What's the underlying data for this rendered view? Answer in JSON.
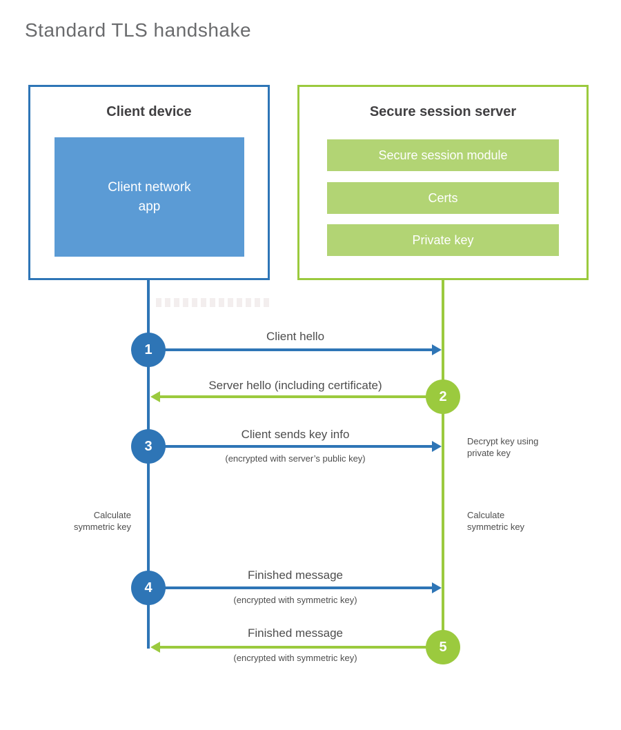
{
  "title": "Standard TLS handshake",
  "colors": {
    "blue": "#2e75b6",
    "blue_light": "#5b9bd5",
    "green": "#9bca3e",
    "green_light": "#b2d474",
    "ink": "#414042",
    "text": "#4d4d4d",
    "title_gray": "#6a6b6d"
  },
  "client": {
    "title": "Client device",
    "app_label": "Client network\napp"
  },
  "server": {
    "title": "Secure session server",
    "modules": [
      "Secure session module",
      "Certs",
      "Private key"
    ]
  },
  "steps": [
    {
      "num": "1",
      "direction": "right",
      "color": "blue",
      "label": "Client hello",
      "sub": ""
    },
    {
      "num": "2",
      "direction": "left",
      "color": "green",
      "label": "Server hello (including certificate)",
      "sub": ""
    },
    {
      "num": "3",
      "direction": "right",
      "color": "blue",
      "label": "Client sends key info",
      "sub": "(encrypted with server’s public key)"
    },
    {
      "num": "4",
      "direction": "right",
      "color": "blue",
      "label": "Finished message",
      "sub": "(encrypted with symmetric key)"
    },
    {
      "num": "5",
      "direction": "left",
      "color": "green",
      "label": "Finished message",
      "sub": "(encrypted with symmetric key)"
    }
  ],
  "notes": {
    "decrypt": "Decrypt key using\nprivate key",
    "calculate_left": "Calculate\nsymmetric key",
    "calculate_right": "Calculate\nsymmetric key"
  }
}
